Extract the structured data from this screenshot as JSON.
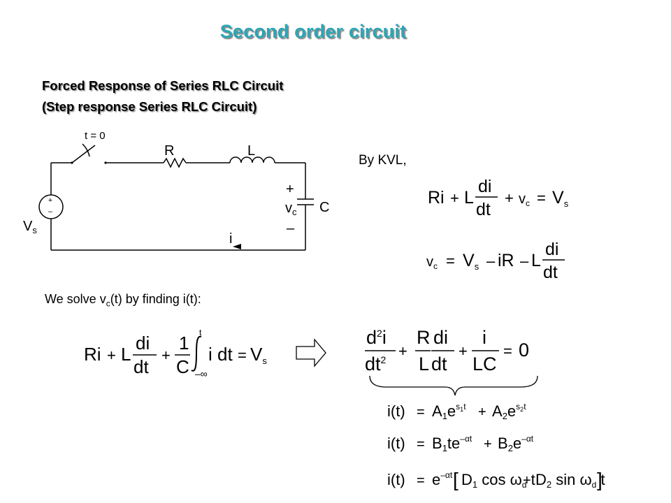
{
  "slide": {
    "title": "Second order circuit",
    "subtitle_line1": "Forced Response of Series RLC Circuit",
    "subtitle_line2": "(Step response Series RLC Circuit)"
  },
  "circuit": {
    "switch_label": "t = 0",
    "resistor_label": "R",
    "inductor_label": "L",
    "capacitor_label": "C",
    "source_label_main": "V",
    "source_label_sub": "s",
    "source_plus": "+",
    "source_minus": "–",
    "cap_voltage_plus": "+",
    "cap_voltage_main": "v",
    "cap_voltage_sub": "c",
    "cap_voltage_minus": "–",
    "current_label": "i"
  },
  "text": {
    "by_kvl": "By KVL,",
    "solve_prefix": "We solve v",
    "solve_sub": "c",
    "solve_suffix": "(t) by finding i(t):"
  }
}
